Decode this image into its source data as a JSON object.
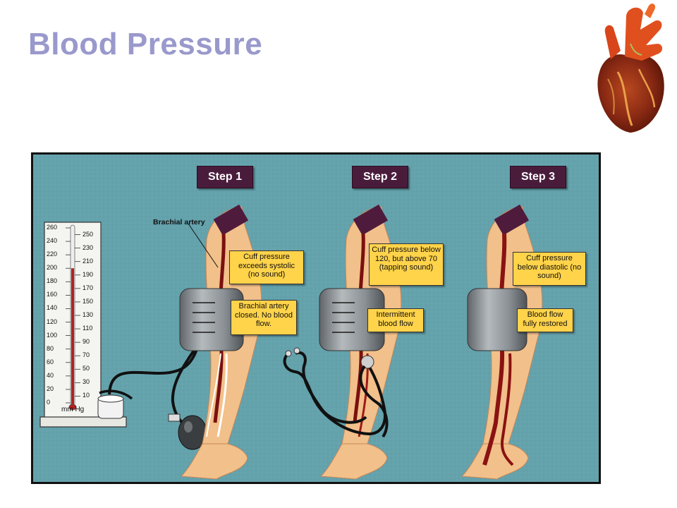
{
  "title": "Blood Pressure",
  "diagram": {
    "steps": [
      {
        "label": "Step 1",
        "callouts": [
          "Cuff pressure exceeds systolic (no sound)",
          "Brachial artery closed. No blood flow."
        ]
      },
      {
        "label": "Step 2",
        "callouts": [
          "Cuff pressure below 120, but above 70 (tapping sound)",
          "Intermittent blood flow"
        ]
      },
      {
        "label": "Step 3",
        "callouts": [
          "Cuff pressure below diastolic (no sound)",
          "Blood flow fully restored"
        ]
      }
    ],
    "artery_label": "Brachial artery",
    "gauge": {
      "unit": "mm Hg",
      "left_ticks": [
        "260",
        "240",
        "220",
        "200",
        "180",
        "160",
        "140",
        "120",
        "100",
        "80",
        "60",
        "40",
        "20",
        "0"
      ],
      "right_ticks": [
        "250",
        "230",
        "210",
        "190",
        "170",
        "150",
        "130",
        "110",
        "90",
        "70",
        "50",
        "30",
        "10"
      ],
      "mercury_level": 200,
      "max": 260
    }
  },
  "colors": {
    "title": "#9999cc",
    "panel_bg": "#64a2ac",
    "step_label_bg": "#4a1c3c",
    "callout_bg": "#ffd34a",
    "mercury": "#b52020",
    "skin": "#f2c08a",
    "cuff": "#8f959a"
  }
}
